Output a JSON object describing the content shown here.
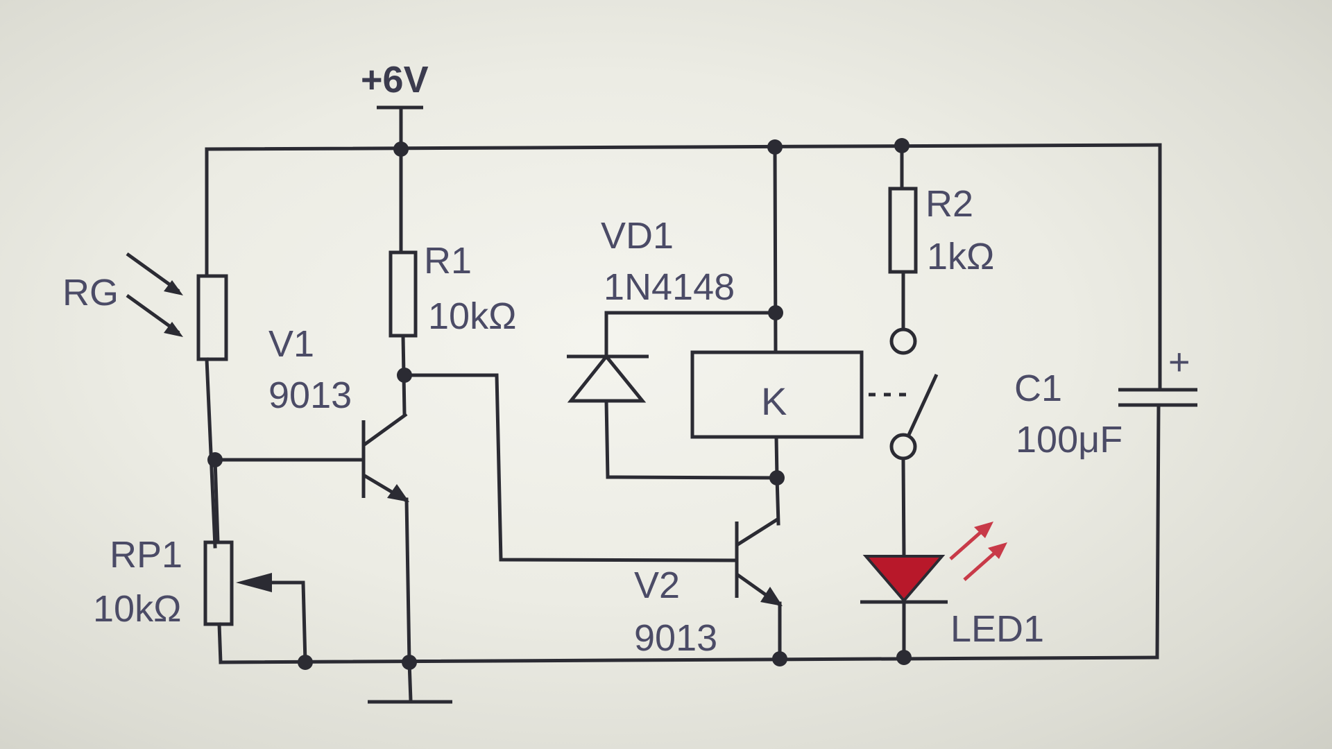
{
  "supply": {
    "label": "+6V"
  },
  "components": {
    "rg": {
      "label": "RG"
    },
    "r1": {
      "name": "R1",
      "value": "10kΩ"
    },
    "v1": {
      "name": "V1",
      "model": "9013"
    },
    "rp1": {
      "name": "RP1",
      "value": "10kΩ"
    },
    "vd1": {
      "name": "VD1",
      "model": "1N4148"
    },
    "relay": {
      "label": "K"
    },
    "v2": {
      "name": "V2",
      "model": "9013"
    },
    "r2": {
      "name": "R2",
      "value": "1kΩ"
    },
    "c1": {
      "name": "C1",
      "value": "100μF",
      "polarity": "+"
    },
    "led1": {
      "name": "LED1"
    }
  },
  "colors": {
    "wire": "#2b2b33",
    "label": "#4b4b66",
    "led_fill": "#b8182a",
    "led_arrows": "#c83a48"
  }
}
